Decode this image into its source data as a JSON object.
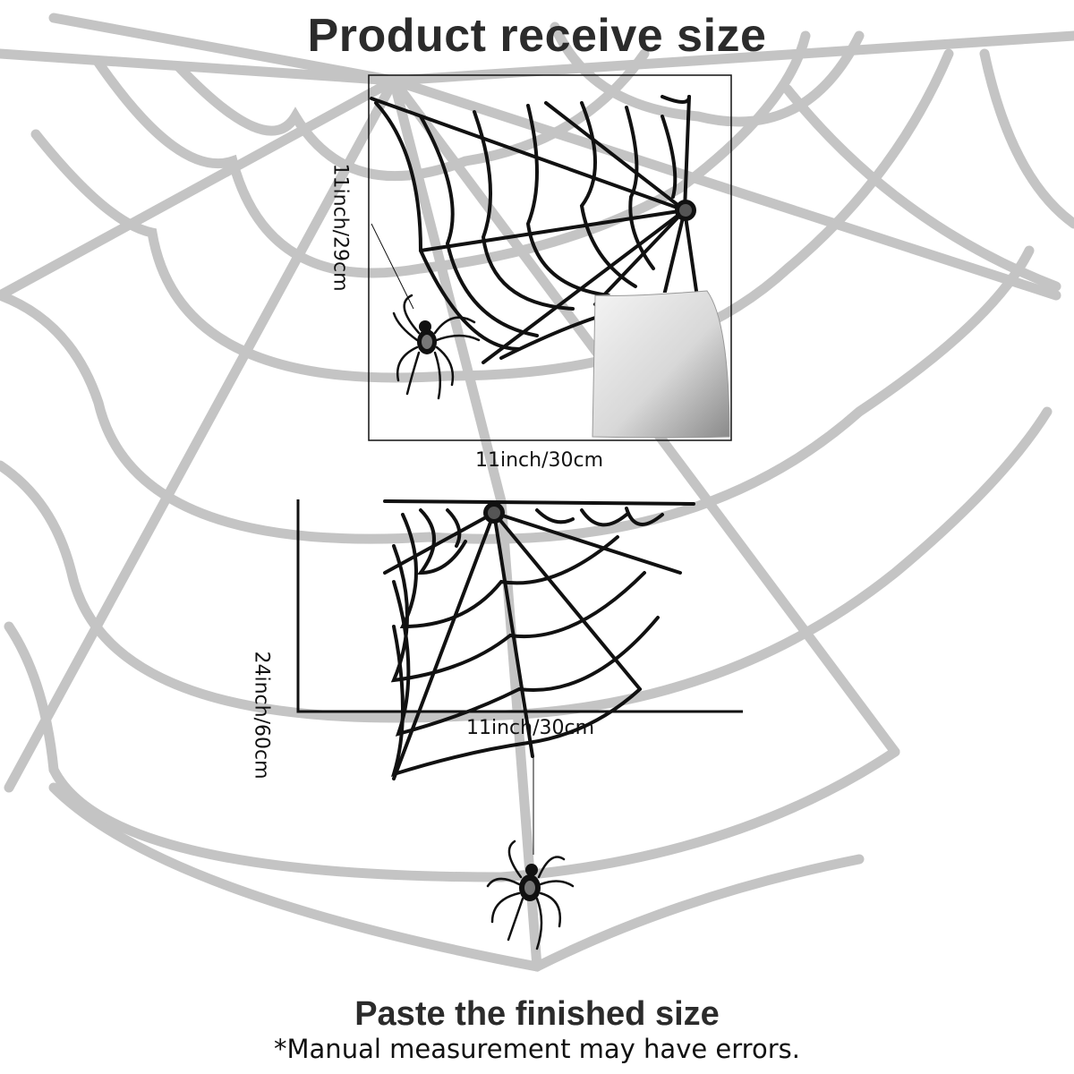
{
  "title": "Product receive size",
  "top_panel": {
    "height_label": "11inch/29cm",
    "width_label": "11inch/30cm"
  },
  "bottom_panel": {
    "height_label": "24inch/60cm",
    "width_label": "11inch/30cm"
  },
  "footer": {
    "title": "Paste the finished size",
    "note": "*Manual measurement may have errors."
  },
  "colors": {
    "background_web": "#c4c4c4",
    "ink": "#111111",
    "title": "#2b2b2b"
  },
  "icons": [
    "spider-web-background",
    "spider-web-sticker",
    "spider-icon",
    "peel-corner-icon"
  ]
}
